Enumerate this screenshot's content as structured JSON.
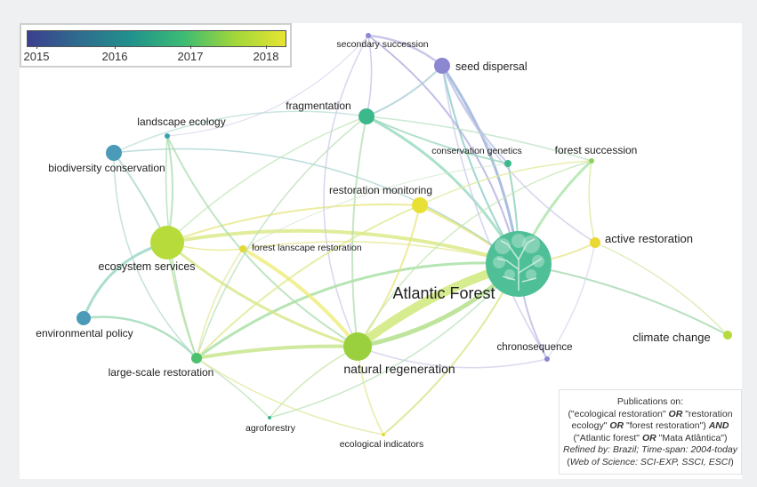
{
  "legend": {
    "ticks": [
      "2015",
      "2016",
      "2017",
      "2018"
    ],
    "color_stops": [
      "#3b3f8f",
      "#2f6c8e",
      "#21918c",
      "#3bbb75",
      "#a0d63a",
      "#e6e432"
    ]
  },
  "info": {
    "line1": "Publications on:",
    "line2_a": "(\"ecological restoration\" ",
    "line2_or": "OR",
    "line2_b": " \"restoration",
    "line3_a": "ecology\" ",
    "line3_or": "OR",
    "line3_b": " \"forest restoration\") ",
    "line3_and": "AND",
    "line4_a": "(\"Atlantic forest\" ",
    "line4_or": "OR",
    "line4_b": " \"Mata Atlântica\")",
    "line5": "Refined by: Brazil; Time-span: 2004-today",
    "line6_a": "(",
    "line6_i": "Web of Science: SCI-EXP, SSCI, ESCI",
    "line6_b": ")"
  },
  "nodes": [
    {
      "id": "atlantic-forest",
      "label": "Atlantic Forest",
      "color": "#4fbf97"
    },
    {
      "id": "natural-regeneration",
      "label": "natural regeneration",
      "color": "#9ad03e"
    },
    {
      "id": "ecosystem-services",
      "label": "ecosystem services",
      "color": "#b7db3a"
    },
    {
      "id": "restoration-monitoring",
      "label": "restoration monitoring",
      "color": "#e8e034"
    },
    {
      "id": "fragmentation",
      "label": "fragmentation",
      "color": "#3cb98a"
    },
    {
      "id": "seed-dispersal",
      "label": "seed dispersal",
      "color": "#8b87d0"
    },
    {
      "id": "secondary-succession",
      "label": "secondary succession",
      "color": "#8b87d0"
    },
    {
      "id": "landscape-ecology",
      "label": "landscape ecology",
      "color": "#3aa0b0"
    },
    {
      "id": "biodiversity-conservation",
      "label": "biodiversity conservation",
      "color": "#4a9ab8"
    },
    {
      "id": "conservation-genetics",
      "label": "conservation genetics",
      "color": "#3cb98a"
    },
    {
      "id": "forest-succession",
      "label": "forest succession",
      "color": "#8fd35a"
    },
    {
      "id": "active-restoration",
      "label": "active restoration",
      "color": "#ead835"
    },
    {
      "id": "forest-landscape-restoration",
      "label": "forest lanscape restoration",
      "color": "#e2d836"
    },
    {
      "id": "environmental-policy",
      "label": "environmental policy",
      "color": "#4a9ab8"
    },
    {
      "id": "large-scale-restoration",
      "label": "large-scale restoration",
      "color": "#4cc06e"
    },
    {
      "id": "agroforestry",
      "label": "agroforestry",
      "color": "#3cb98a"
    },
    {
      "id": "ecological-indicators",
      "label": "ecological indicators",
      "color": "#e2dc38"
    },
    {
      "id": "chronosequence",
      "label": "chronosequence",
      "color": "#8b87d0"
    },
    {
      "id": "climate-change",
      "label": "climate change",
      "color": "#b5da3c"
    }
  ]
}
